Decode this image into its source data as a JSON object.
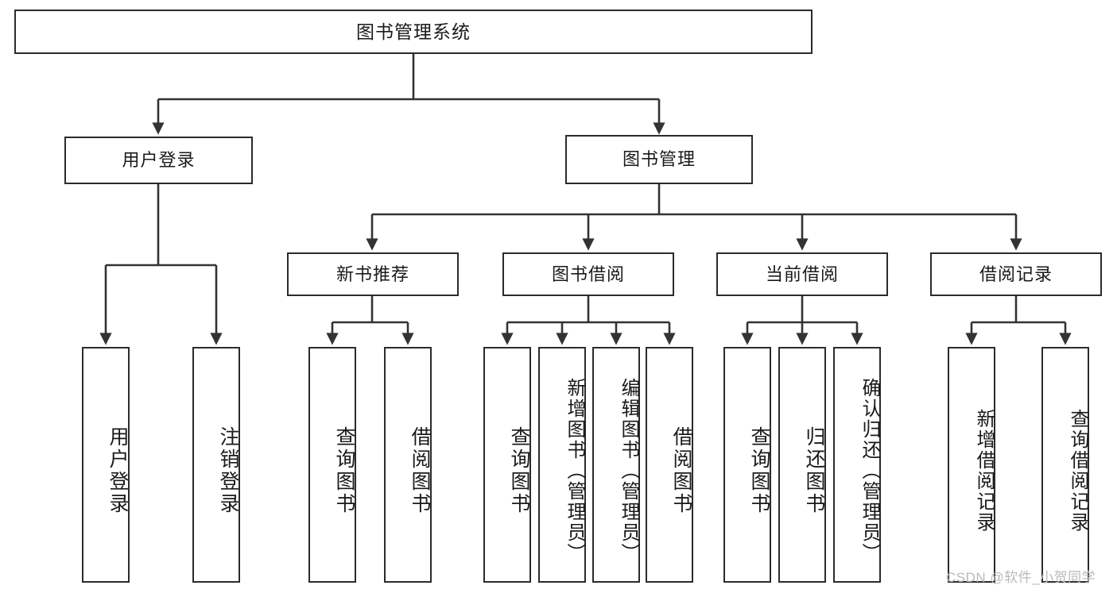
{
  "diagram": {
    "title": "图书管理系统",
    "type": "tree-hierarchy",
    "root": {
      "label": "图书管理系统"
    },
    "level2": [
      {
        "label": "用户登录"
      },
      {
        "label": "图书管理"
      }
    ],
    "level3": [
      {
        "label": "新书推荐"
      },
      {
        "label": "图书借阅"
      },
      {
        "label": "当前借阅"
      },
      {
        "label": "借阅记录"
      }
    ],
    "leaves": [
      {
        "label": "用户登录",
        "parent": "用户登录"
      },
      {
        "label": "注销登录",
        "parent": "用户登录"
      },
      {
        "label": "查询图书",
        "parent": "新书推荐"
      },
      {
        "label": "借阅图书",
        "parent": "新书推荐"
      },
      {
        "label": "查询图书",
        "parent": "图书借阅"
      },
      {
        "label": "新增图书（管理员）",
        "parent": "图书借阅"
      },
      {
        "label": "编辑图书（管理员）",
        "parent": "图书借阅"
      },
      {
        "label": "借阅图书",
        "parent": "图书借阅"
      },
      {
        "label": "查询图书",
        "parent": "当前借阅"
      },
      {
        "label": "归还图书",
        "parent": "当前借阅"
      },
      {
        "label": "确认归还（管理员）",
        "parent": "当前借阅"
      },
      {
        "label": "新增借阅记录",
        "parent": "借阅记录"
      },
      {
        "label": "查询借阅记录",
        "parent": "借阅记录"
      }
    ],
    "colors": {
      "box_border": "#2b2b2b",
      "box_fill": "#ffffff",
      "connector": "#333333",
      "text": "#1a1a1a",
      "watermark": "#b9b9b9"
    }
  },
  "watermark": {
    "text": "CSDN @软件_小贺同学"
  }
}
